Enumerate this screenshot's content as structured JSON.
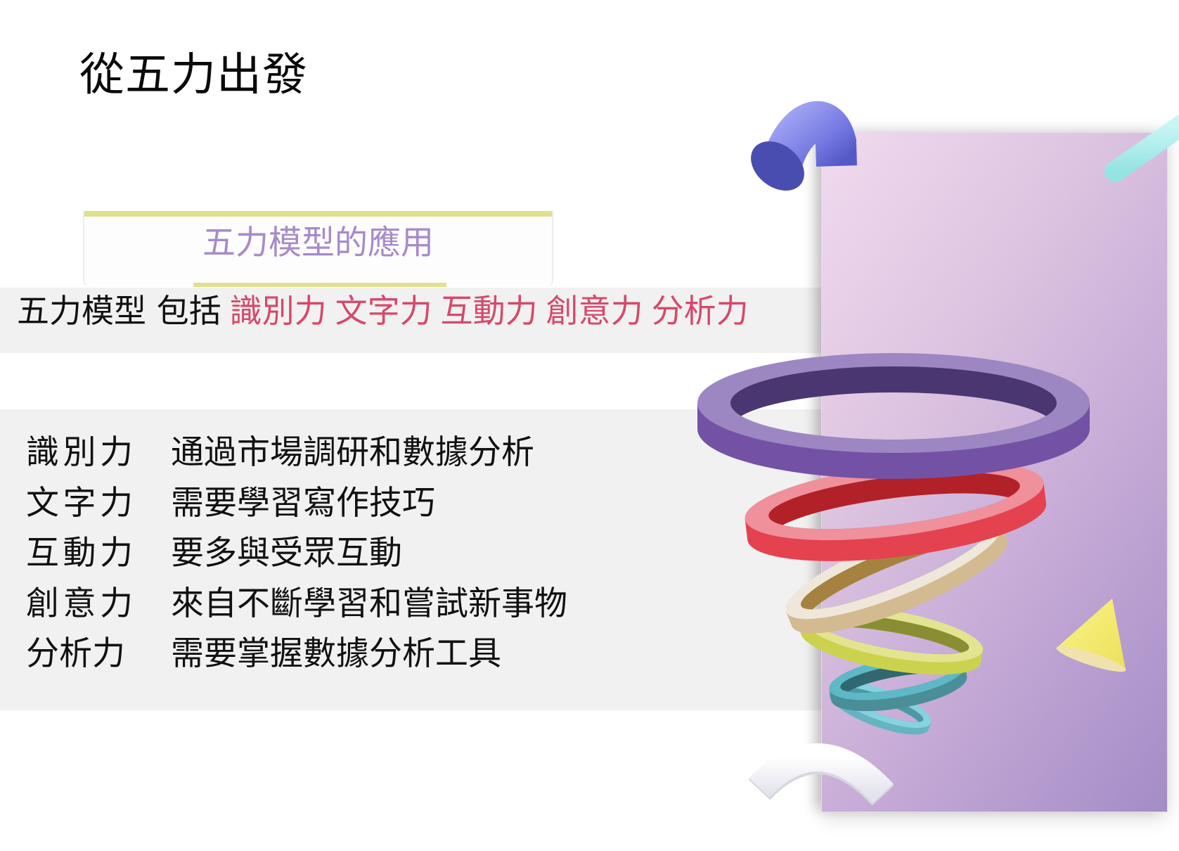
{
  "slide": {
    "title": "從五力出發",
    "subtitle": "五力模型的應用",
    "summary": {
      "prefix": "五力模型 包括",
      "highlights": [
        "識別力",
        "文字力",
        "互動力",
        "創意力",
        "分析力"
      ]
    },
    "items": [
      {
        "label": "識別力",
        "description": "通過市場調研和數據分析"
      },
      {
        "label": "文字力",
        "description": "需要學習寫作技巧"
      },
      {
        "label": "互動力",
        "description": "要多與受眾互動"
      },
      {
        "label": "創意力",
        "description": "來自不斷學習和嘗試新事物"
      },
      {
        "label": "分析力",
        "description": "需要掌握數據分析工具"
      }
    ]
  },
  "colors": {
    "highlight_red": "#d5496a",
    "subtitle_purple": "#a68bc8",
    "accent_yellow": "#dfe08a",
    "band_gray": "#f1f1f1",
    "panel_gradient": [
      "#f1dbef",
      "#a48cc6"
    ]
  },
  "decorations": {
    "rings": [
      "purple",
      "red",
      "beige",
      "yellow-green",
      "teal",
      "light-blue"
    ],
    "shapes": [
      "blue-pipe-elbow",
      "cyan-stick",
      "yellow-cone",
      "white-arc"
    ]
  }
}
